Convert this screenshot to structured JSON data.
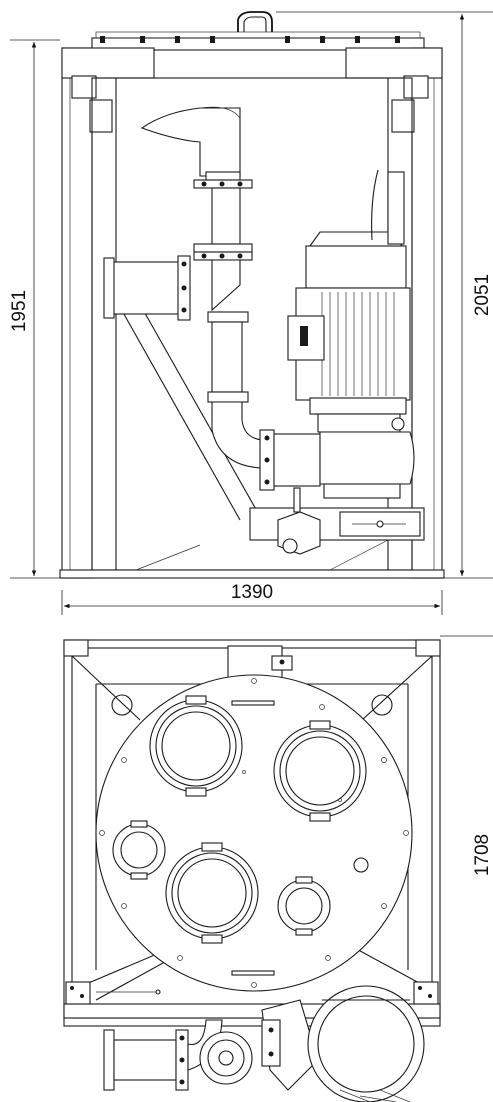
{
  "dimensions": {
    "left_height": "1951",
    "right_height": "2051",
    "width": "1390",
    "depth": "1708"
  },
  "colors": {
    "line": "#1a1a1a",
    "background": "#ffffff"
  }
}
